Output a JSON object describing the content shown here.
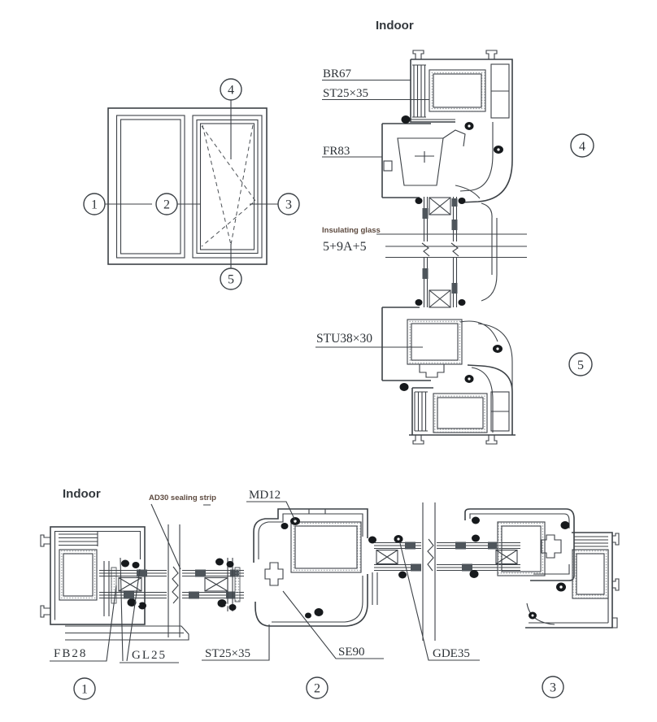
{
  "drawing": {
    "indoor_top": "Indoor",
    "indoor_bottom": "Indoor"
  },
  "part_labels": {
    "br67": "BR67",
    "st25x35_top": "ST25×35",
    "fr83": "FR83",
    "insulating_glass": "Insulating glass",
    "glass_spec": "5+9A+5",
    "stu38x30": "STU38×30",
    "ad30": "AD30 sealing strip",
    "md12": "MD12",
    "fb28": "FB28",
    "gl25": "GL25",
    "st25x35_bottom": "ST25×35",
    "se90": "SE90",
    "gde35": "GDE35"
  },
  "callouts": {
    "n1": "1",
    "n2": "2",
    "n3": "3",
    "n4": "4",
    "n5": "5"
  },
  "colors": {
    "line": "#3c4146",
    "gasket": "#16191c",
    "glass_shade": "#4e555b",
    "annotation": "#5d4a3f",
    "text": "#2e3338"
  }
}
